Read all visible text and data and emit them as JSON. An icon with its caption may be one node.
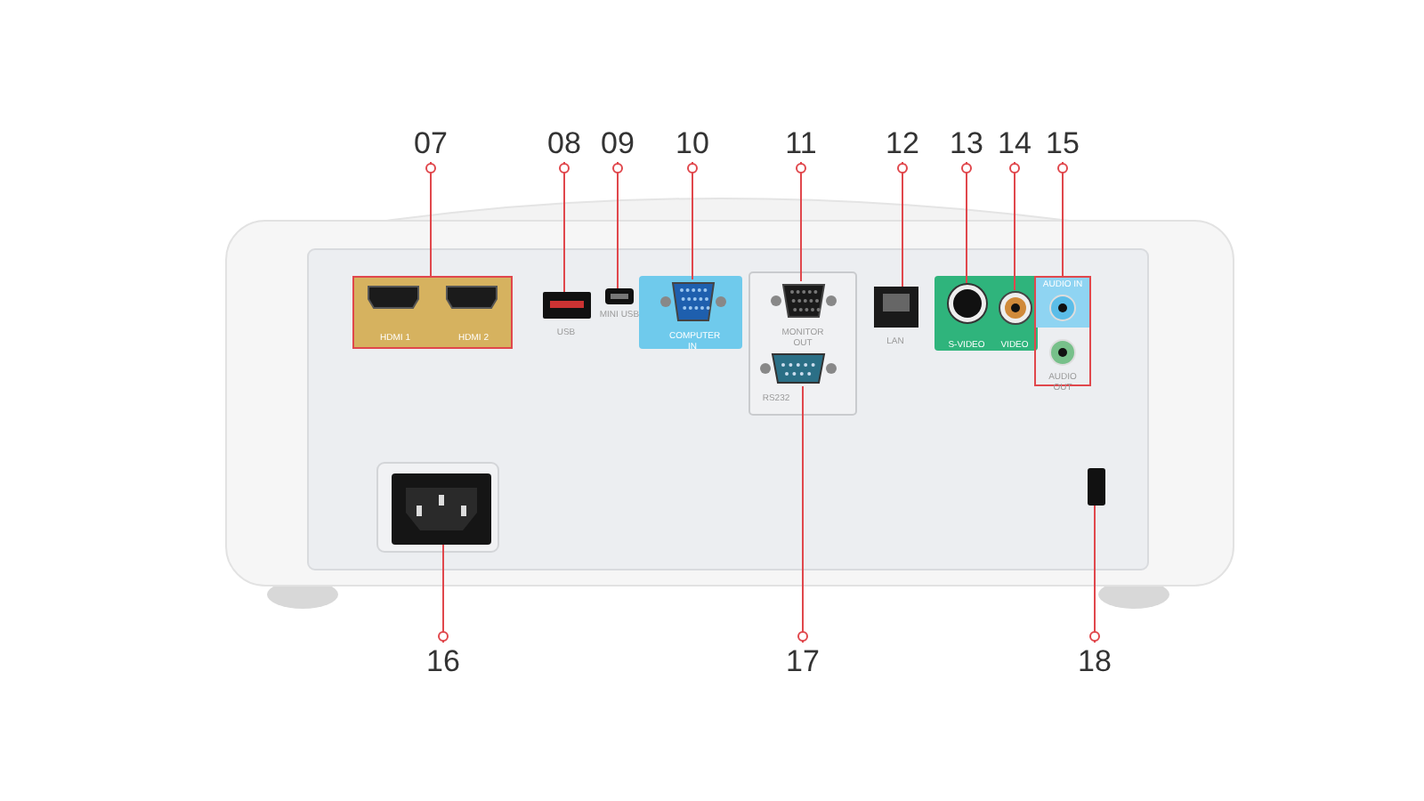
{
  "diagram": {
    "nodes": [
      {
        "text": [
          "07"
        ]
      },
      {
        "text": [
          "08"
        ]
      },
      {
        "text": [
          "09"
        ]
      },
      {
        "text": [
          "10"
        ]
      },
      {
        "text": [
          "11"
        ]
      },
      {
        "text": [
          "12"
        ]
      },
      {
        "text": [
          "13"
        ]
      },
      {
        "text": [
          "14"
        ]
      },
      {
        "text": [
          "15"
        ]
      },
      {
        "text": [
          "16"
        ]
      },
      {
        "text": [
          "17"
        ]
      },
      {
        "text": [
          "18"
        ]
      },
      {
        "text": [],
        "shape": "box"
      },
      {
        "text": [],
        "shape": "picture"
      },
      {
        "text": [],
        "shape": "picture"
      },
      {
        "text": [],
        "shape": "picture"
      },
      {
        "text": [],
        "shape": "picture"
      },
      {
        "text": [],
        "shape": "picture"
      },
      {
        "text": [],
        "shape": "picture"
      },
      {
        "text": [],
        "shape": "picture"
      },
      {
        "text": [],
        "shape": "box"
      },
      {
        "text": [],
        "shape": "picture"
      },
      {
        "text": [],
        "shape": "picture"
      },
      {
        "text": [],
        "shape": "picture"
      }
    ],
    "edges": [
      {
        "from": 0,
        "to": 12,
        "arrow": "other"
      },
      {
        "from": 1,
        "to": 13,
        "arrow": "other"
      },
      {
        "from": 2,
        "to": 14,
        "arrow": "other"
      },
      {
        "from": 3,
        "to": 15,
        "arrow": "other"
      },
      {
        "from": 4,
        "to": 16,
        "arrow": "other"
      },
      {
        "from": 5,
        "to": 17,
        "arrow": "other"
      },
      {
        "from": 6,
        "to": 18,
        "arrow": "other"
      },
      {
        "from": 7,
        "to": 19,
        "arrow": "other"
      },
      {
        "from": 8,
        "to": 20,
        "arrow": "other"
      },
      {
        "from": 9,
        "to": 21,
        "arrow": "other"
      },
      {
        "from": 10,
        "to": 22,
        "arrow": "other"
      },
      {
        "from": 11,
        "to": 23,
        "arrow": "other"
      }
    ],
    "labels": [
      "HDMI 1",
      "HDMI 2",
      "USB",
      "MINI USB",
      "COMPUTER IN",
      "MONITOR OUT",
      "LAN",
      "S-VIDEO",
      "VIDEO",
      "AUDIO IN",
      "AUDIO OUT",
      "RS232"
    ]
  }
}
